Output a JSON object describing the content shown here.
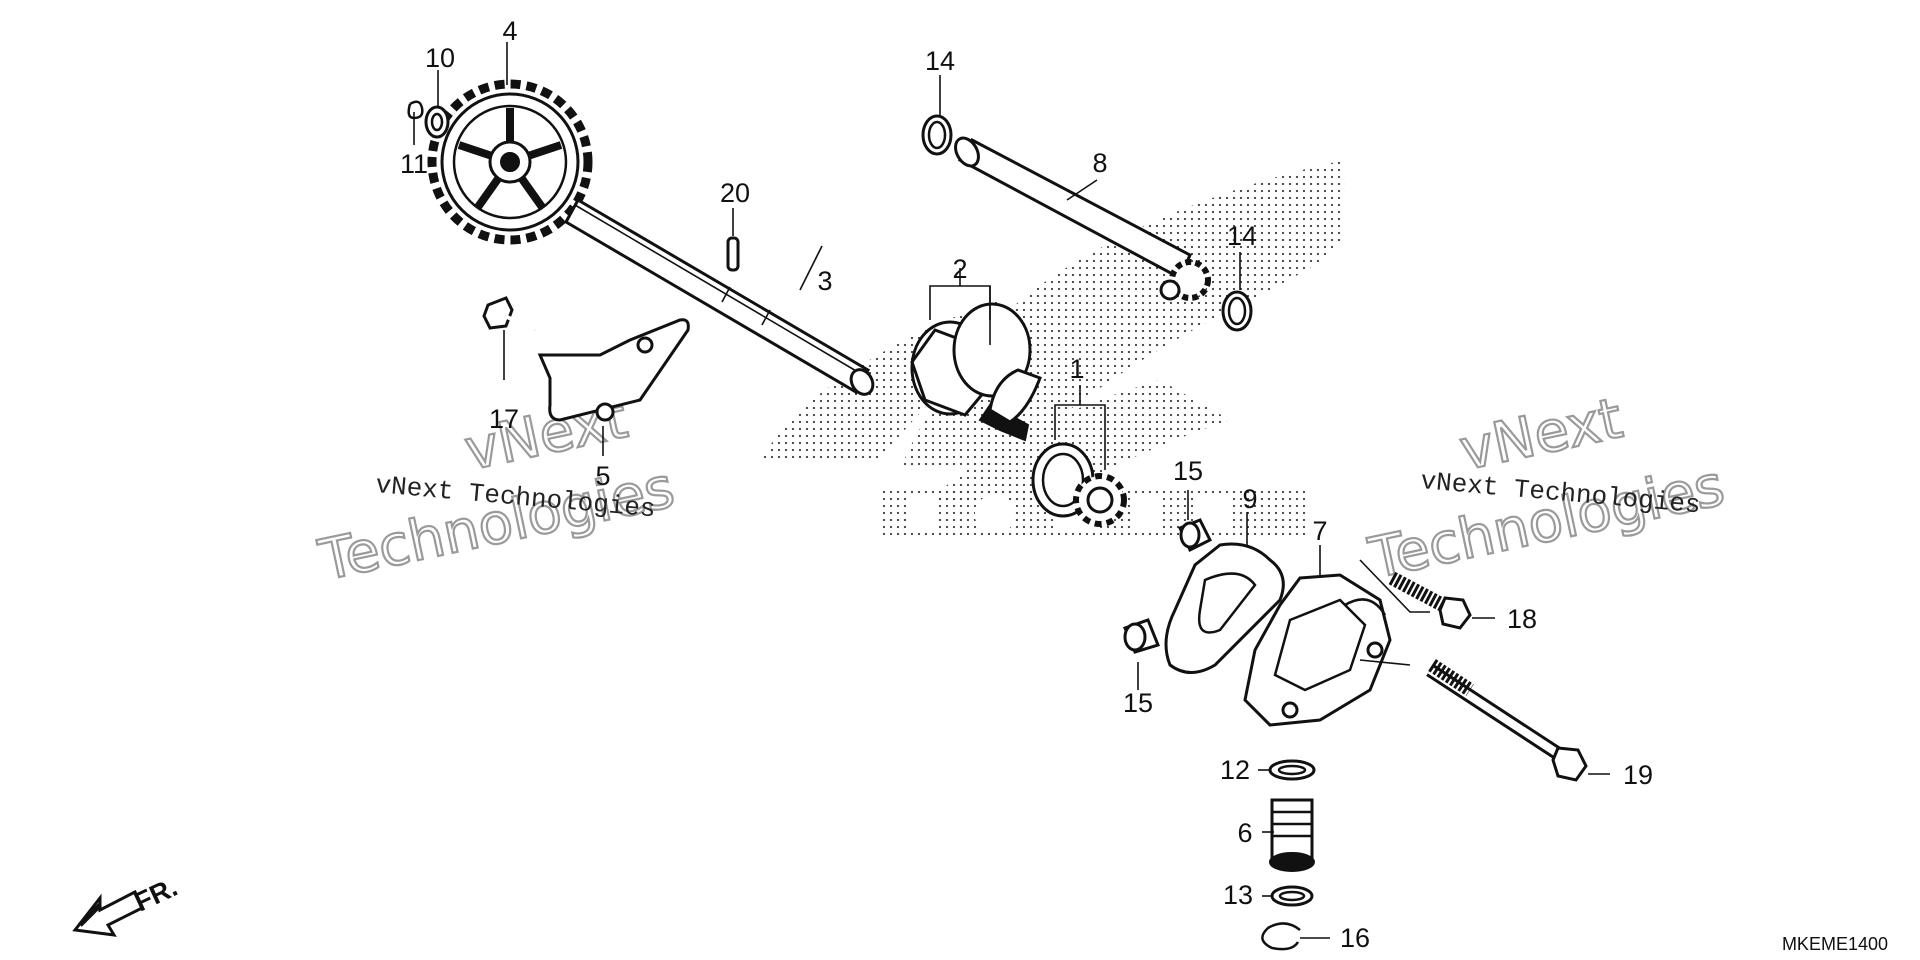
{
  "diagram": {
    "callouts": [
      {
        "id": "1",
        "label": "1"
      },
      {
        "id": "2",
        "label": "2"
      },
      {
        "id": "3",
        "label": "3"
      },
      {
        "id": "4",
        "label": "4"
      },
      {
        "id": "5",
        "label": "5"
      },
      {
        "id": "6",
        "label": "6"
      },
      {
        "id": "7",
        "label": "7"
      },
      {
        "id": "8",
        "label": "8"
      },
      {
        "id": "9",
        "label": "9"
      },
      {
        "id": "10",
        "label": "10"
      },
      {
        "id": "11",
        "label": "11"
      },
      {
        "id": "12",
        "label": "12"
      },
      {
        "id": "13",
        "label": "13"
      },
      {
        "id": "14a",
        "label": "14"
      },
      {
        "id": "14b",
        "label": "14"
      },
      {
        "id": "15a",
        "label": "15"
      },
      {
        "id": "15b",
        "label": "15"
      },
      {
        "id": "16",
        "label": "16"
      },
      {
        "id": "17",
        "label": "17"
      },
      {
        "id": "18",
        "label": "18"
      },
      {
        "id": "19",
        "label": "19"
      },
      {
        "id": "20",
        "label": "20"
      }
    ],
    "watermark": {
      "line1": "vNext Technologies",
      "big1": "vNext",
      "big2": "Technologies"
    },
    "direction_label": "FR.",
    "diagram_code": "MKEME1400",
    "colors": {
      "ink": "#111111",
      "watermark": "#9a9a9a",
      "background": "#ffffff",
      "stipple": "#444444"
    }
  }
}
